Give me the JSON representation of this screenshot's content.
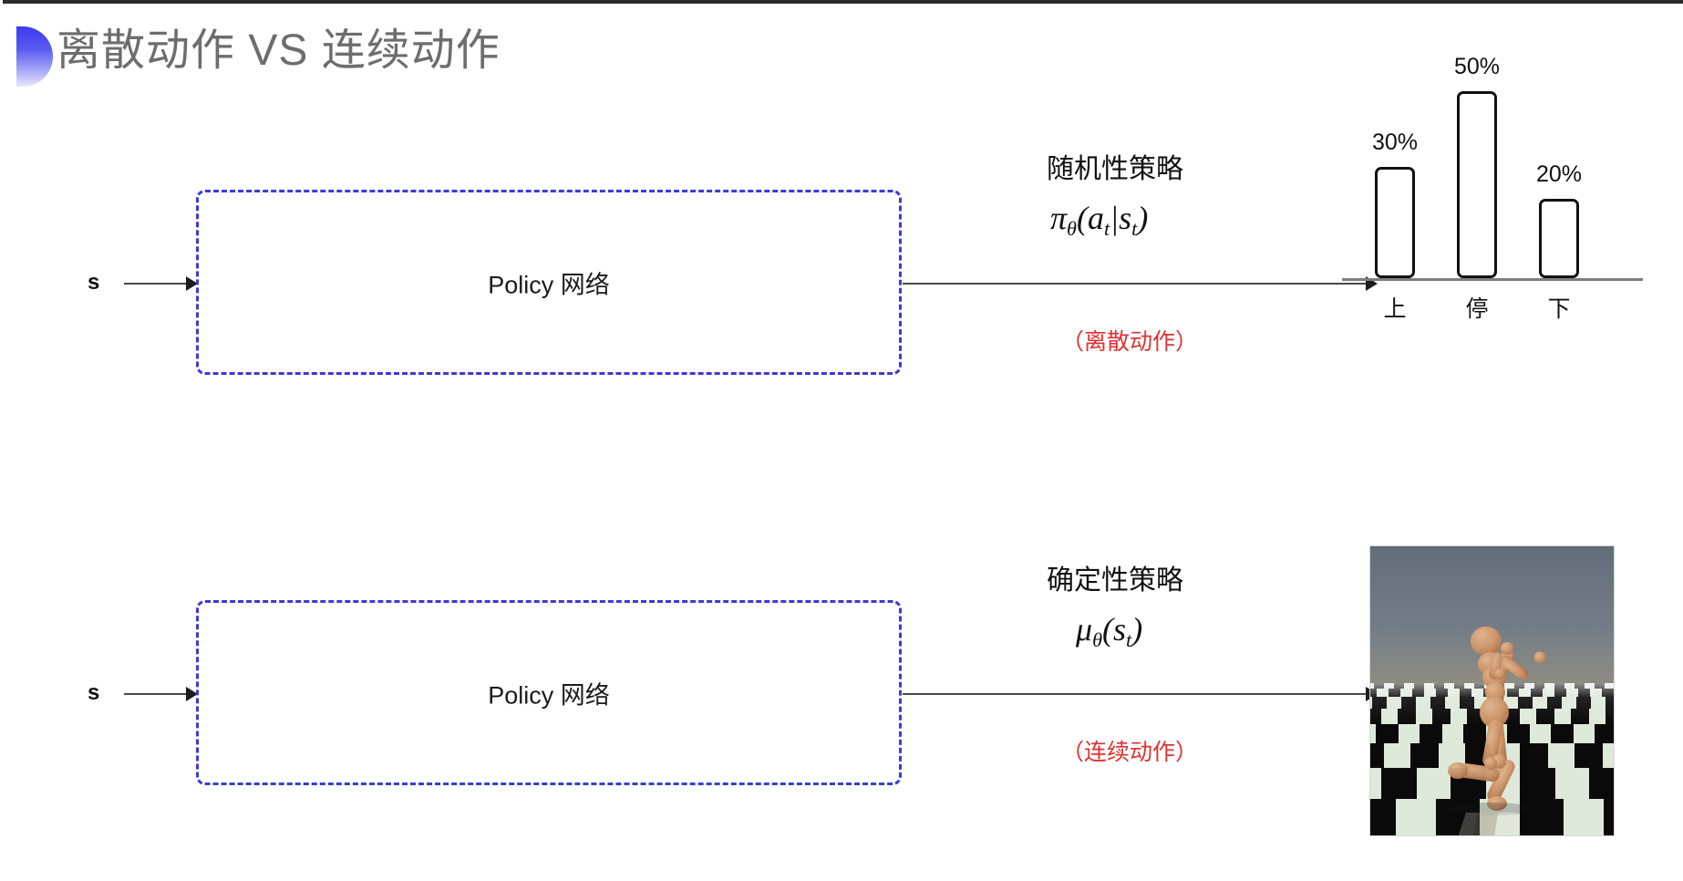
{
  "slide": {
    "title": "离散动作 VS 连续动作",
    "accent_color": "#3b3bf0",
    "title_color": "#6d6d6d",
    "background": "#ffffff"
  },
  "rows": [
    {
      "id": "discrete",
      "state_label": "s",
      "box_label": "Policy 网络",
      "box_border_color": "#3b3bd6",
      "policy_kind": "随机性策略",
      "policy_formula_main": "π",
      "policy_formula_sub": "θ",
      "policy_formula_args": "(a",
      "policy_formula_args_sub1": "t",
      "policy_formula_mid": "|s",
      "policy_formula_args_sub2": "t",
      "policy_formula_end": ")",
      "action_note": "（离散动作）",
      "action_note_color": "#e03131"
    },
    {
      "id": "continuous",
      "state_label": "s",
      "box_label": "Policy 网络",
      "box_border_color": "#3b3bd6",
      "policy_kind": "确定性策略",
      "policy_formula_main": "μ",
      "policy_formula_sub": "θ",
      "policy_formula_args": "(s",
      "policy_formula_args_sub1": "t",
      "policy_formula_end": ")",
      "action_note": "（连续动作）",
      "action_note_color": "#e03131"
    }
  ],
  "chart_data": {
    "type": "bar",
    "title": "",
    "xlabel": "",
    "ylabel": "",
    "categories": [
      "上",
      "停",
      "下"
    ],
    "values": [
      30,
      50,
      20
    ],
    "value_labels": [
      "30%",
      "50%",
      "20%"
    ],
    "ylim": [
      0,
      60
    ],
    "grid": false,
    "legend": "none",
    "bar_fill": "#ffffff",
    "bar_stroke": "#111111",
    "axis_color": "#7d7d7d"
  },
  "simulation": {
    "caption": "",
    "sky_color": "#6e7883",
    "ground_light": "#dfe9da",
    "ground_dark": "#0a0a0a",
    "body_color": "#cf9a72"
  }
}
